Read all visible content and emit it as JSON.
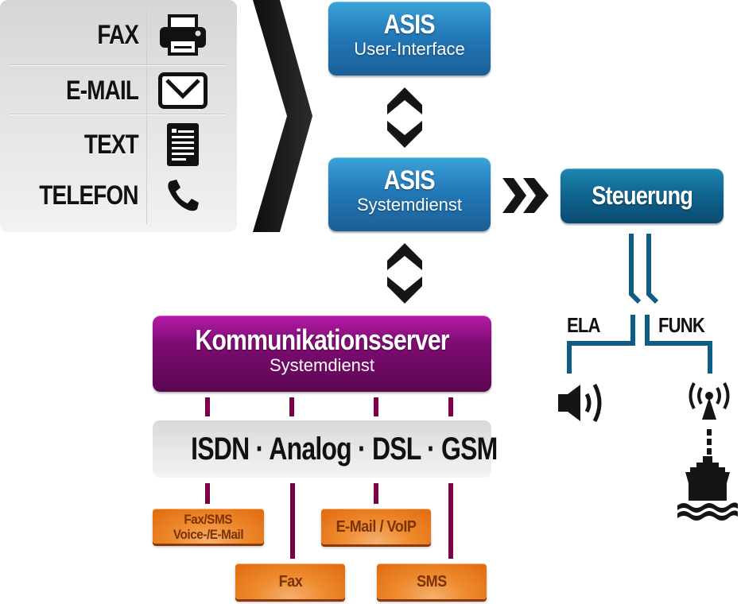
{
  "input_channels": [
    {
      "label": "FAX",
      "icon": "printer-icon"
    },
    {
      "label": "E-MAIL",
      "icon": "envelope-icon"
    },
    {
      "label": "TEXT",
      "icon": "document-icon"
    },
    {
      "label": "TELEFON",
      "icon": "phone-icon"
    }
  ],
  "asis_ui": {
    "title": "ASIS",
    "subtitle": "User-Interface"
  },
  "asis_service": {
    "title": "ASIS",
    "subtitle": "Systemdienst"
  },
  "control": {
    "title": "Steuerung"
  },
  "outputs": {
    "left_label": "ELA",
    "right_label": "FUNK",
    "left_icon": "speaker-icon",
    "right_icon": "radio-antenna-icon",
    "target_icon": "ship-icon"
  },
  "comm_server": {
    "title": "Kommunikationsserver",
    "subtitle": "Systemdienst"
  },
  "line_types": {
    "text": "ISDN · Analog · DSL · GSM"
  },
  "media_boxes": [
    {
      "line1": "Fax/SMS",
      "line2": "Voice-/E-Mail"
    },
    {
      "line1": "Fax"
    },
    {
      "line1": "E-Mail / VoIP"
    },
    {
      "line1": "SMS"
    }
  ],
  "colors": {
    "blue": "#2379b8",
    "dark_blue": "#0f6690",
    "purple": "#7f0c74",
    "orange": "#ee8b2e",
    "connector_purple": "#7a0048",
    "connector_blue": "#0d5d85"
  }
}
